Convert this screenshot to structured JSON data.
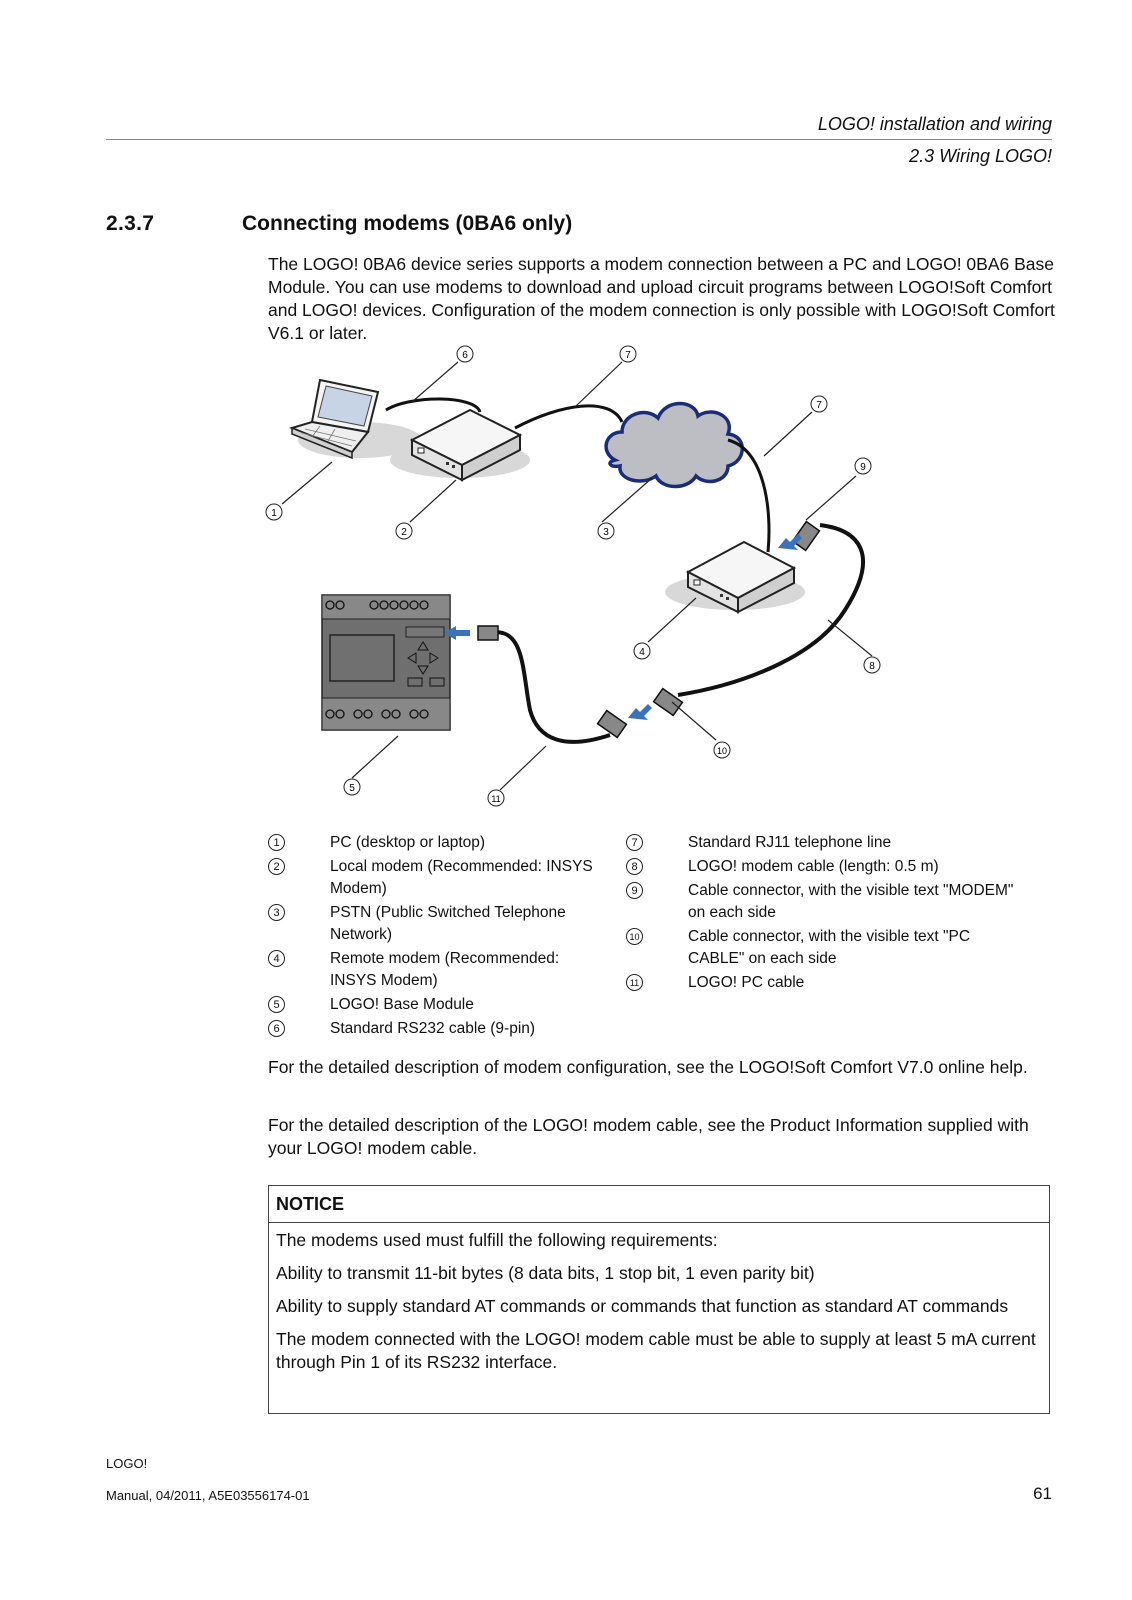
{
  "header": {
    "chapter": "LOGO! installation and wiring",
    "section": "2.3 Wiring LOGO!"
  },
  "section": {
    "number": "2.3.7",
    "title": "Connecting modems (0BA6 only)"
  },
  "intro": "The LOGO! 0BA6 device series supports a modem connection between a PC and LOGO! 0BA6 Base Module. You can use modems to download and upload circuit programs between LOGO!Soft Comfort and LOGO! devices. Configuration of the modem connection is only possible with LOGO!Soft Comfort V6.1 or later.",
  "figure": {
    "callouts": [
      "1",
      "2",
      "3",
      "4",
      "5",
      "6",
      "7",
      "8",
      "9",
      "10",
      "11"
    ]
  },
  "legend_left": [
    {
      "num": "1",
      "text": "PC (desktop or laptop)"
    },
    {
      "num": "2",
      "text": "Local modem (Recommended: INSYS Modem)"
    },
    {
      "num": "3",
      "text": "PSTN (Public Switched Telephone Network)"
    },
    {
      "num": "4",
      "text": "Remote modem (Recommended: INSYS Modem)"
    },
    {
      "num": "5",
      "text": "LOGO! Base Module"
    },
    {
      "num": "6",
      "text": "Standard RS232 cable (9-pin)"
    }
  ],
  "legend_right": [
    {
      "num": "7",
      "text": "Standard RJ11 telephone line"
    },
    {
      "num": "8",
      "text": "LOGO! modem cable (length: 0.5 m)"
    },
    {
      "num": "9",
      "text": "Cable connector, with the visible text \"MODEM\" on each side"
    },
    {
      "num": "10",
      "text": "Cable connector, with the visible text \"PC CABLE\" on each side"
    },
    {
      "num": "11",
      "text": "LOGO! PC cable"
    }
  ],
  "para_config": "For the detailed description of modem configuration, see the LOGO!Soft Comfort V7.0 online help.",
  "para_cable": "For the detailed description of the LOGO! modem cable, see the Product Information supplied with your LOGO! modem cable.",
  "notice": {
    "title": "NOTICE",
    "lines": [
      "The modems used must fulfill the following requirements:",
      "Ability to transmit 11-bit bytes (8 data bits, 1 stop bit, 1 even parity bit)",
      "Ability to supply standard AT commands or commands that function as standard AT commands",
      "The modem connected with the LOGO! modem cable must be able to supply at least 5 mA current through Pin 1 of its RS232 interface."
    ]
  },
  "footer": {
    "product": "LOGO!",
    "manual": "Manual, 04/2011, A5E03556174-01",
    "page": "61"
  }
}
